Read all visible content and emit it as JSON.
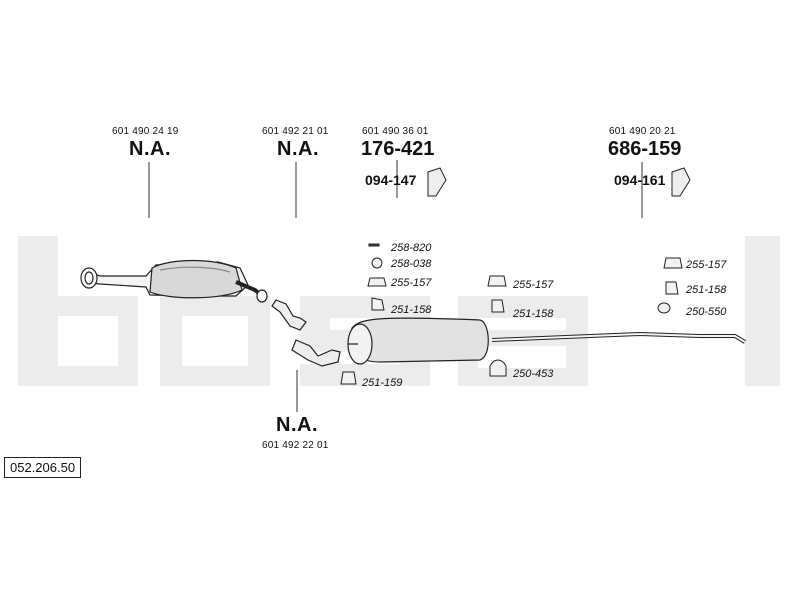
{
  "diagram": {
    "watermark": "bosal",
    "reference_code": "052.206.50",
    "parts": {
      "p1": {
        "oe": "601 490 24 19",
        "code": "N.A."
      },
      "p2": {
        "oe": "601 492 21 01",
        "code": "N.A."
      },
      "p3": {
        "oe": "601 490 36 01",
        "code": "176-421",
        "sub": "094-147"
      },
      "p4": {
        "oe": "601 490 20 21",
        "code": "686-159",
        "sub": "094-161"
      },
      "p5": {
        "oe": "601 492 22 01",
        "code": "N.A."
      }
    },
    "labels": {
      "l258820": "258-820",
      "l258038": "258-038",
      "l255157a": "255-157",
      "l251158a": "251-158",
      "l251159": "251-159",
      "l255157b": "255-157",
      "l251158b": "251-158",
      "l250453": "250-453",
      "l255157c": "255-157",
      "l251158c": "251-158",
      "l250550": "250-550"
    }
  }
}
